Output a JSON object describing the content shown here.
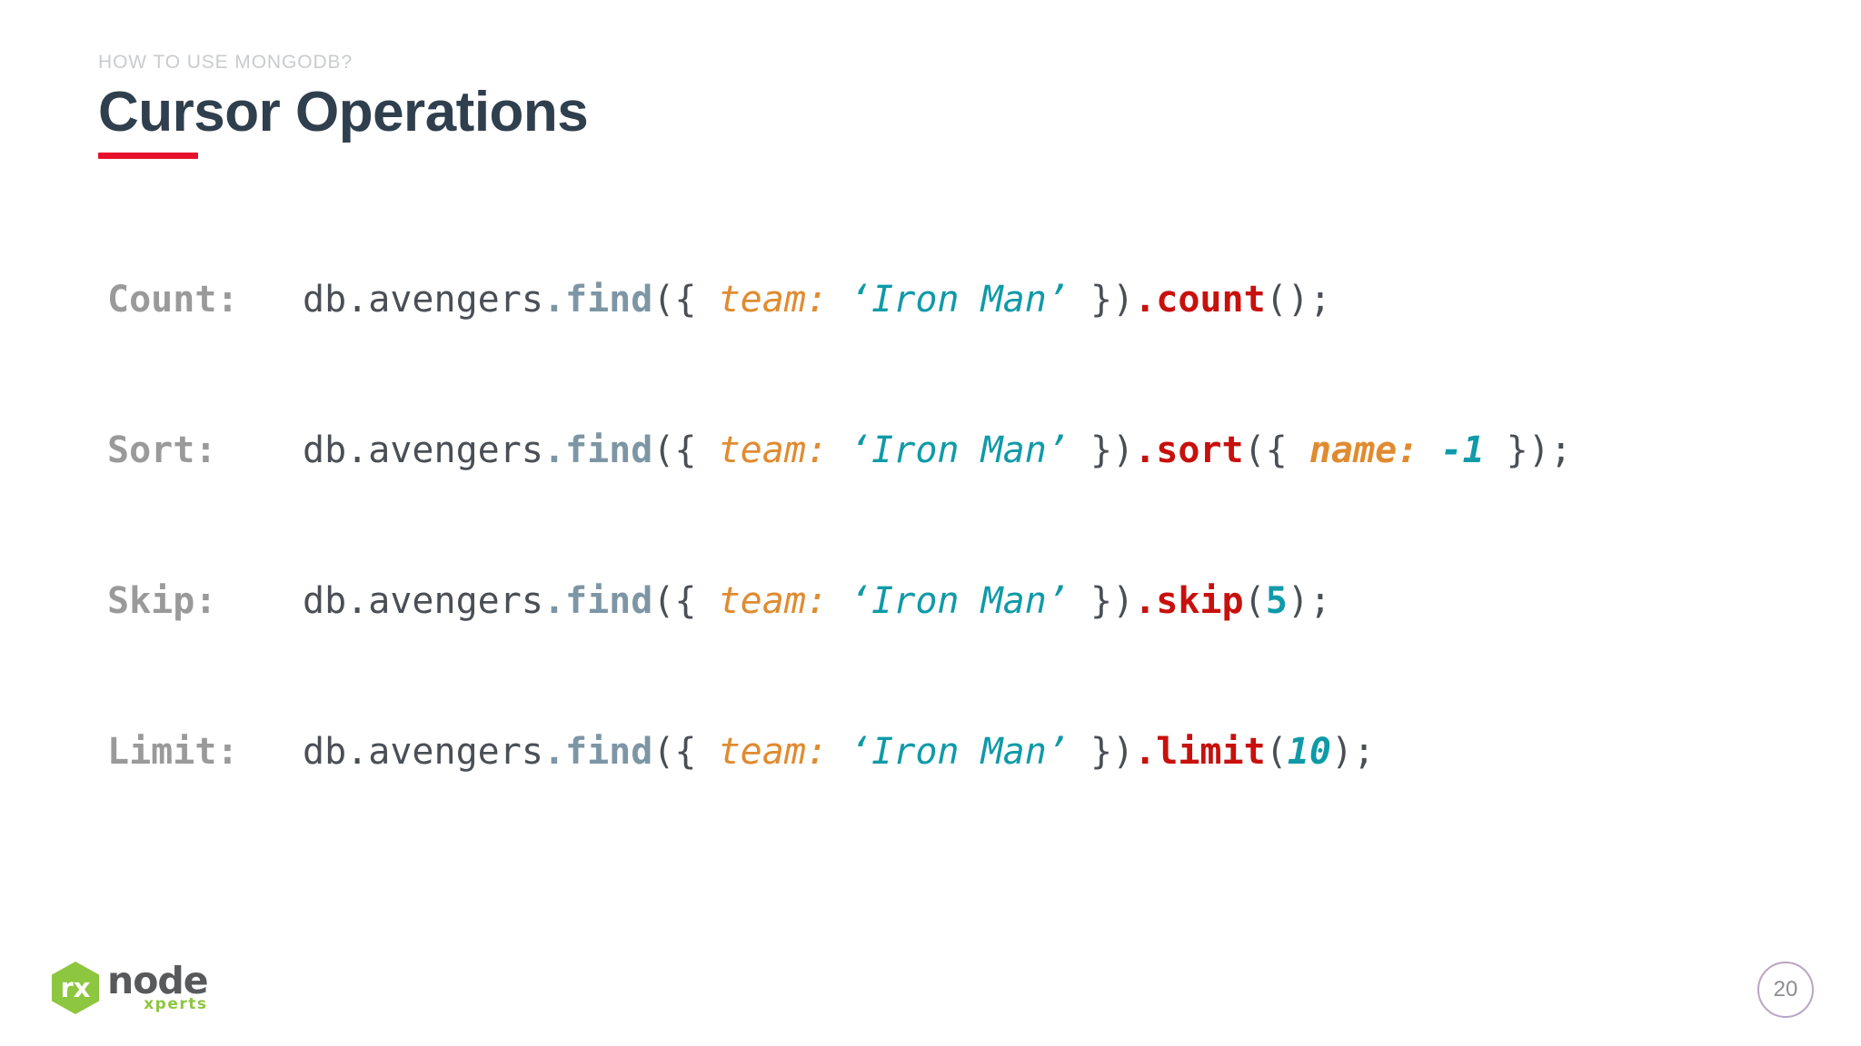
{
  "slide": {
    "kicker": "HOW TO USE MONGODB?",
    "title": "Cursor Operations",
    "accent_color": "#e8112d",
    "title_color": "#2f3f4d",
    "kicker_color": "#c9cbcd",
    "background_color": "#ffffff"
  },
  "code": {
    "rows": [
      {
        "label": "Count:",
        "tokens": [
          {
            "text": "db.avengers",
            "kind": "plain"
          },
          {
            "text": ".find",
            "kind": "method-dim"
          },
          {
            "text": "({ ",
            "kind": "punct"
          },
          {
            "text": "team:",
            "kind": "key"
          },
          {
            "text": " ",
            "kind": "punct"
          },
          {
            "text": "‘Iron Man’",
            "kind": "str"
          },
          {
            "text": " })",
            "kind": "punct"
          },
          {
            "text": ".count",
            "kind": "method-hot"
          },
          {
            "text": "();",
            "kind": "punct"
          }
        ]
      },
      {
        "label": "Sort:",
        "tokens": [
          {
            "text": "db.avengers",
            "kind": "plain"
          },
          {
            "text": ".find",
            "kind": "method-dim"
          },
          {
            "text": "({ ",
            "kind": "punct"
          },
          {
            "text": "team:",
            "kind": "key"
          },
          {
            "text": " ",
            "kind": "punct"
          },
          {
            "text": "‘Iron Man’",
            "kind": "str"
          },
          {
            "text": " })",
            "kind": "punct"
          },
          {
            "text": ".sort",
            "kind": "method-hot"
          },
          {
            "text": "({ ",
            "kind": "punct"
          },
          {
            "text": "name:",
            "kind": "key-b"
          },
          {
            "text": " ",
            "kind": "punct"
          },
          {
            "text": "-1",
            "kind": "num-i"
          },
          {
            "text": " });",
            "kind": "punct"
          }
        ]
      },
      {
        "label": "Skip:",
        "tokens": [
          {
            "text": "db.avengers",
            "kind": "plain"
          },
          {
            "text": ".find",
            "kind": "method-dim"
          },
          {
            "text": "({ ",
            "kind": "punct"
          },
          {
            "text": "team:",
            "kind": "key"
          },
          {
            "text": " ",
            "kind": "punct"
          },
          {
            "text": "‘Iron Man’",
            "kind": "str"
          },
          {
            "text": " })",
            "kind": "punct"
          },
          {
            "text": ".skip",
            "kind": "method-hot"
          },
          {
            "text": "(",
            "kind": "punct"
          },
          {
            "text": "5",
            "kind": "num"
          },
          {
            "text": ");",
            "kind": "punct"
          }
        ]
      },
      {
        "label": "Limit:",
        "tokens": [
          {
            "text": "db.avengers",
            "kind": "plain"
          },
          {
            "text": ".find",
            "kind": "method-dim"
          },
          {
            "text": "({ ",
            "kind": "punct"
          },
          {
            "text": "team:",
            "kind": "key"
          },
          {
            "text": " ",
            "kind": "punct"
          },
          {
            "text": "‘Iron Man’",
            "kind": "str"
          },
          {
            "text": " })",
            "kind": "punct"
          },
          {
            "text": ".limit",
            "kind": "method-hot"
          },
          {
            "text": "(",
            "kind": "punct"
          },
          {
            "text": "10",
            "kind": "num-i"
          },
          {
            "text": ");",
            "kind": "punct"
          }
        ]
      }
    ],
    "colors": {
      "label": "#9a9a9a",
      "plain": "#4a4f55",
      "method_dim": "#7d96a5",
      "method_hot": "#c8100c",
      "key": "#e08b30",
      "string": "#0f9aa8",
      "number": "#0f9aa8"
    }
  },
  "footer": {
    "logo": {
      "mark_letters": "rx",
      "word": "node",
      "tagline": "xperts",
      "mark_color": "#8dc63f",
      "word_color": "#58595b"
    },
    "page_number": "20"
  }
}
